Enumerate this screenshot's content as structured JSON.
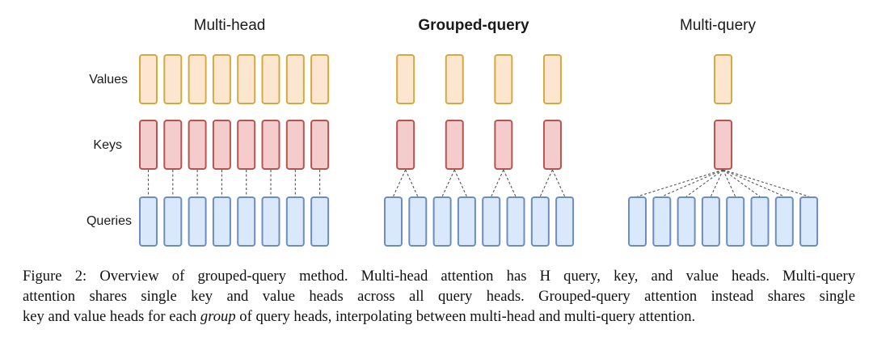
{
  "figure": {
    "panels": [
      {
        "id": "multi-head",
        "title": "Multi-head",
        "bold": false,
        "num_values": 8,
        "num_keys": 8,
        "num_queries": 8,
        "queries_per_key": 1
      },
      {
        "id": "grouped-query",
        "title": "Grouped-query",
        "bold": true,
        "num_values": 4,
        "num_keys": 4,
        "num_queries": 8,
        "queries_per_key": 2
      },
      {
        "id": "multi-query",
        "title": "Multi-query",
        "bold": false,
        "num_values": 1,
        "num_keys": 1,
        "num_queries": 8,
        "queries_per_key": 8
      }
    ],
    "row_labels": {
      "values": "Values",
      "keys": "Keys",
      "queries": "Queries"
    },
    "colors": {
      "values_fill": "#fde6d0",
      "values_stroke": "#d6a93f",
      "keys_fill": "#f4cccc",
      "keys_stroke": "#b85450",
      "queries_fill": "#dae8fc",
      "queries_stroke": "#6c8ebf",
      "connector": "#555555"
    }
  },
  "caption": {
    "line1": "Figure 2: Overview of grouped-query method. Multi-head attention has H query, key, and value heads. Multi-query",
    "line2": "attention shares single key and value heads across all query heads. Grouped-query attention instead shares single",
    "line3_before": "key and value heads for each ",
    "line3_em": "group",
    "line3_after": " of query heads, interpolating between multi-head and multi-query attention."
  }
}
